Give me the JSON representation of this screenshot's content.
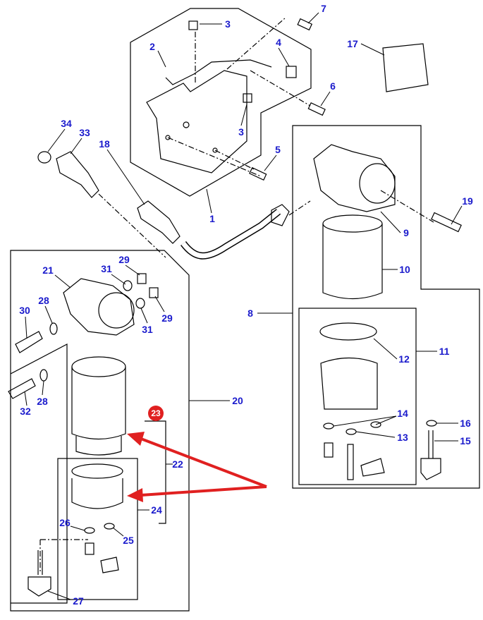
{
  "diagram": {
    "callouts": [
      {
        "id": "c7",
        "text": "7"
      },
      {
        "id": "c3a",
        "text": "3"
      },
      {
        "id": "c2",
        "text": "2"
      },
      {
        "id": "c4",
        "text": "4"
      },
      {
        "id": "c17",
        "text": "17"
      },
      {
        "id": "c6",
        "text": "6"
      },
      {
        "id": "c3b",
        "text": "3"
      },
      {
        "id": "c5",
        "text": "5"
      },
      {
        "id": "c34",
        "text": "34"
      },
      {
        "id": "c33",
        "text": "33"
      },
      {
        "id": "c18",
        "text": "18"
      },
      {
        "id": "c1",
        "text": "1"
      },
      {
        "id": "c19",
        "text": "19"
      },
      {
        "id": "c9",
        "text": "9"
      },
      {
        "id": "c10",
        "text": "10"
      },
      {
        "id": "c8",
        "text": "8"
      },
      {
        "id": "c11",
        "text": "11"
      },
      {
        "id": "c12",
        "text": "12"
      },
      {
        "id": "c14",
        "text": "14"
      },
      {
        "id": "c13",
        "text": "13"
      },
      {
        "id": "c16",
        "text": "16"
      },
      {
        "id": "c15",
        "text": "15"
      },
      {
        "id": "c29a",
        "text": "29"
      },
      {
        "id": "c31a",
        "text": "31"
      },
      {
        "id": "c21",
        "text": "21"
      },
      {
        "id": "c28a",
        "text": "28"
      },
      {
        "id": "c30",
        "text": "30"
      },
      {
        "id": "c31b",
        "text": "31"
      },
      {
        "id": "c29b",
        "text": "29"
      },
      {
        "id": "c32",
        "text": "32"
      },
      {
        "id": "c28b",
        "text": "28"
      },
      {
        "id": "c20",
        "text": "20"
      },
      {
        "id": "c22",
        "text": "22"
      },
      {
        "id": "c24",
        "text": "24"
      },
      {
        "id": "c26",
        "text": "26"
      },
      {
        "id": "c25",
        "text": "25"
      },
      {
        "id": "c27",
        "text": "27"
      }
    ],
    "highlight": {
      "text": "23",
      "color": "#e02020"
    },
    "colors": {
      "callout": "#1a1acc",
      "arrow": "#e02020",
      "line": "#000000"
    }
  }
}
